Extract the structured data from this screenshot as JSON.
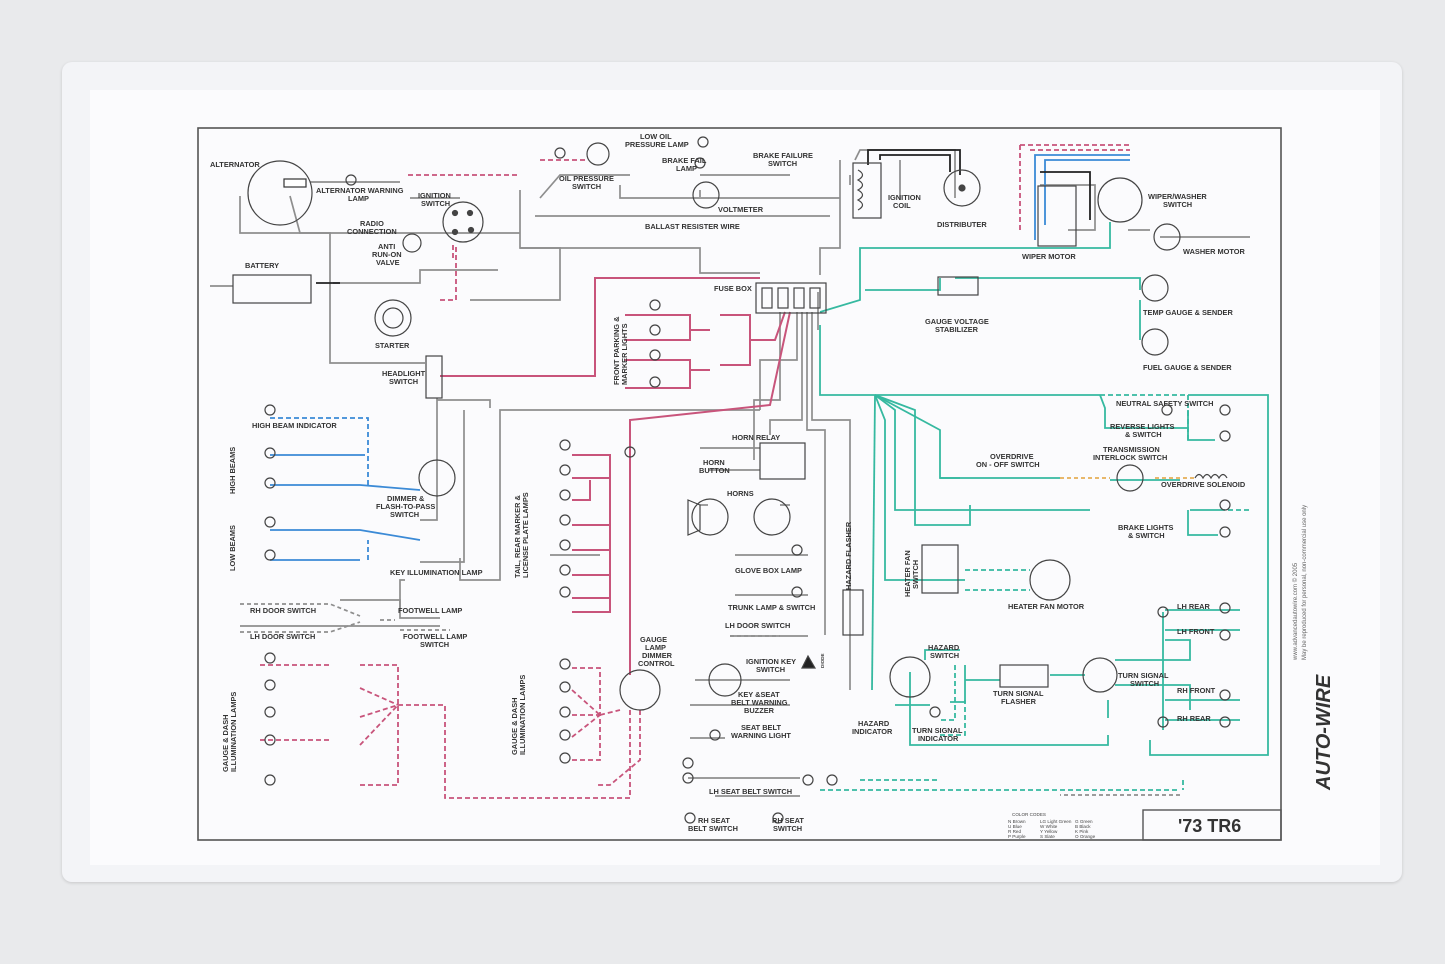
{
  "diagram": {
    "title": "'73 TR6",
    "brand": "AUTO-WIRE",
    "credits": [
      "www.advancedautowire.com  © 2005",
      "May be reproduced for personal, non-commercial use only"
    ],
    "color_codes_title": "COLOR CODES",
    "color_codes": [
      "N Brown",
      "U Blue",
      "R Red",
      "P Purple",
      "LG Light Green",
      "W White",
      "Y Yellow",
      "S Slate",
      "G Green",
      "B Black",
      "K Pink",
      "O Orange"
    ],
    "labels": {
      "alternator": "ALTERNATOR",
      "alt_warning_lamp": [
        "ALTERNATOR WARNING",
        "LAMP"
      ],
      "low_oil_lamp": [
        "LOW OIL",
        "PRESSURE LAMP"
      ],
      "brake_fail_lamp": [
        "BRAKE FAIL",
        "LAMP"
      ],
      "brake_failure_switch": [
        "BRAKE FAILURE",
        "SWITCH"
      ],
      "oil_pressure_switch": [
        "OIL PRESSURE",
        "SWITCH"
      ],
      "ignition_switch": [
        "IGNITION",
        "SWITCH"
      ],
      "radio_connection": [
        "RADIO",
        "CONNECTION"
      ],
      "anti_run_on_valve": [
        "ANTI",
        "RUN-ON",
        "VALVE"
      ],
      "voltmeter": "VOLTMETER",
      "ballast_resister_wire": "BALLAST RESISTER WIRE",
      "ignition_coil": [
        "IGNITION",
        "COIL"
      ],
      "distributer": "DISTRIBUTER",
      "wiper_washer_switch": [
        "WIPER/WASHER",
        "SWITCH"
      ],
      "wiper_motor": "WIPER MOTOR",
      "washer_motor": "WASHER MOTOR",
      "battery": "BATTERY",
      "starter": "STARTER",
      "fuse_box": "FUSE BOX",
      "gauge_voltage_stabilizer": [
        "GAUGE VOLTAGE",
        "STABILIZER"
      ],
      "temp_gauge": "TEMP GAUGE & SENDER",
      "fuel_gauge": "FUEL GAUGE & SENDER",
      "front_parking": [
        "FRONT PARKING &",
        "MARKER LIGHTS"
      ],
      "headlight_switch": [
        "HEADLIGHT",
        "SWITCH"
      ],
      "high_beam_indicator": "HIGH BEAM INDICATOR",
      "high_beams": "HIGH BEAMS",
      "low_beams": "LOW BEAMS",
      "dimmer": [
        "DIMMER &",
        "FLASH-TO-PASS",
        "SWITCH"
      ],
      "key_illumination_lamp": "KEY ILLUMINATION LAMP",
      "rh_door_switch": "RH DOOR SWITCH",
      "lh_door_switch": "LH DOOR SWITCH",
      "footwell_lamp": "FOOTWELL LAMP",
      "footwell_lamp_switch": [
        "FOOTWELL LAMP",
        "SWITCH"
      ],
      "gauge_dash_left": [
        "GAUGE & DASH",
        "ILLUMINATION LAMPS"
      ],
      "tail_rear": [
        "TAIL, REAR MARKER &",
        "LICENSE PLATE LAMPS"
      ],
      "gauge_dash_mid": [
        "GAUGE & DASH",
        "ILLUMINATION LAMPS"
      ],
      "gauge_lamp_dimmer": [
        "GAUGE",
        "LAMP",
        "DIMMER",
        "CONTROL"
      ],
      "horn_relay": "HORN RELAY",
      "horn_button": [
        "HORN",
        "BUTTON"
      ],
      "horns": "HORNS",
      "glove_box_lamp": "GLOVE BOX LAMP",
      "trunk_lamp": "TRUNK LAMP & SWITCH",
      "lh_door_switch_mid": "LH DOOR SWITCH",
      "ignition_key_switch": [
        "IGNITION KEY",
        "SWITCH"
      ],
      "key_seat_buzzer": [
        "KEY &SEAT",
        "BELT WARNING",
        "BUZZER"
      ],
      "seat_belt_warning": [
        "SEAT BELT",
        "WARNING LIGHT"
      ],
      "lh_seat_belt_switch": "LH SEAT BELT SWITCH",
      "rh_seat_belt_switch": [
        "RH SEAT",
        "BELT SWITCH"
      ],
      "rh_seat_switch": [
        "RH SEAT",
        "SWITCH"
      ],
      "hazard_flasher": "HAZARD FLASHER",
      "diode": "DIODE",
      "overdrive_switch": [
        "OVERDRIVE",
        "ON - OFF SWITCH"
      ],
      "neutral_safety_switch": "NEUTRAL SAFETY SWITCH",
      "reverse_lights": [
        "REVERSE LIGHTS",
        "& SWITCH"
      ],
      "transmission_interlock": [
        "TRANSMISSION",
        "INTERLOCK SWITCH"
      ],
      "overdrive_solenoid": "OVERDRIVE SOLENOID",
      "brake_lights": [
        "BRAKE LIGHTS",
        "& SWITCH"
      ],
      "heater_fan_switch": [
        "HEATER FAN",
        "SWITCH"
      ],
      "heater_fan_motor": "HEATER FAN MOTOR",
      "lh_rear": "LH REAR",
      "lh_front": "LH FRONT",
      "rh_front": "RH FRONT",
      "rh_rear": "RH REAR",
      "hazard_switch": [
        "HAZARD",
        "SWITCH"
      ],
      "turn_signal_flasher": [
        "TURN SIGNAL",
        "FLASHER"
      ],
      "turn_signal_switch": [
        "TURN SIGNAL",
        "SWITCH"
      ],
      "hazard_indicator": [
        "HAZARD",
        "INDICATOR"
      ],
      "turn_signal_indicator": [
        "TURN SIGNAL",
        "INDICATOR"
      ]
    }
  }
}
